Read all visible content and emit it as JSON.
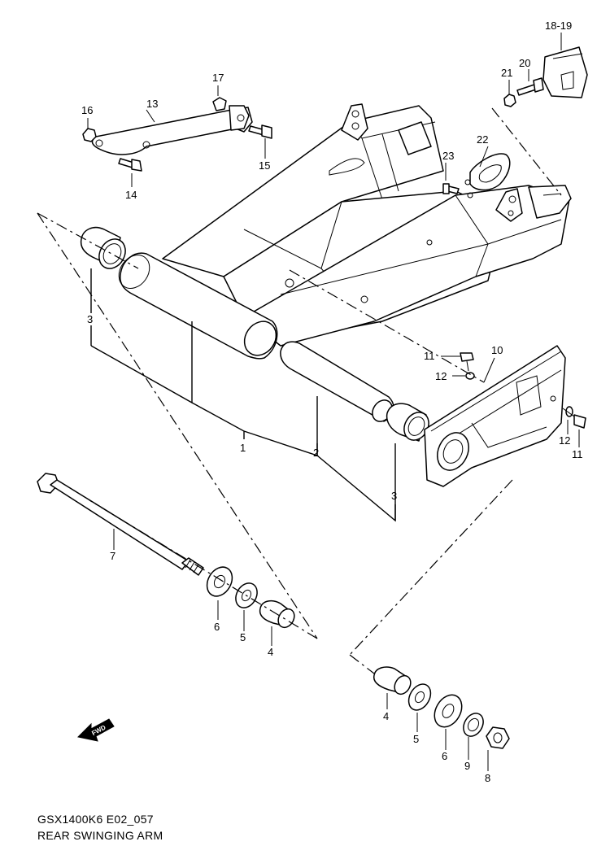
{
  "labels": {
    "l1": "1",
    "l2": "2",
    "l3a": "3",
    "l3b": "3",
    "l4a": "4",
    "l4b": "4",
    "l5a": "5",
    "l5b": "5",
    "l6a": "6",
    "l6b": "6",
    "l7": "7",
    "l8": "8",
    "l9": "9",
    "l10": "10",
    "l11a": "11",
    "l11b": "11",
    "l12a": "12",
    "l12b": "12",
    "l13": "13",
    "l14": "14",
    "l15": "15",
    "l16": "16",
    "l17": "17",
    "l1819": "18-19",
    "l20": "20",
    "l21": "21",
    "l22": "22",
    "l23": "23"
  },
  "fwd_badge": "FWD",
  "footer": {
    "code": "GSX1400K6 E02_057",
    "title": "REAR SWINGING ARM"
  }
}
